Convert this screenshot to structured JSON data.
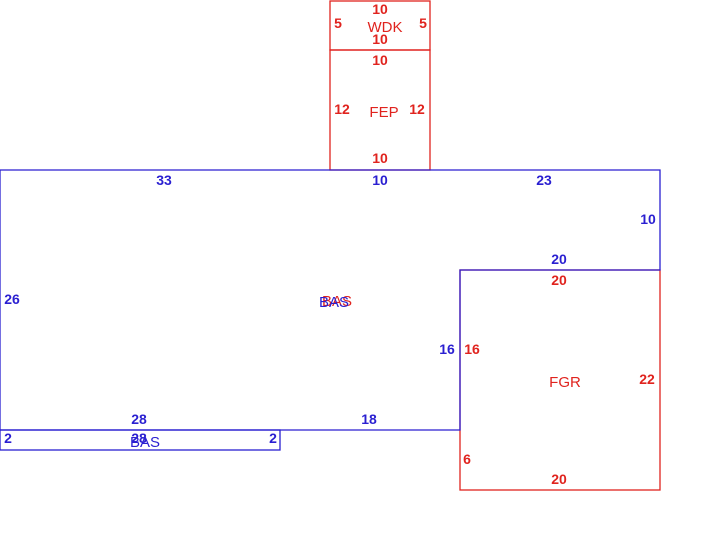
{
  "colors": {
    "blue": "#2a1fd1",
    "red": "#e0231e"
  },
  "areas": {
    "wdk": {
      "name": "WDK",
      "top": "10",
      "bottom": "10",
      "left": "5",
      "right": "5"
    },
    "fep": {
      "name": "FEP",
      "top": "10",
      "bottom": "10",
      "left": "12",
      "right": "12"
    },
    "bas_main": {
      "name": "BAS",
      "top_left": "33",
      "top_mid": "10",
      "top_right": "23",
      "right_upper": "10",
      "step_top": "20",
      "left": "26",
      "inner_vertical": "16",
      "bottom_left": "28",
      "bottom_right": "18"
    },
    "bas_overlay": {
      "name": "BAS"
    },
    "bas_strip": {
      "name": "BAS",
      "top": "28",
      "left": "2",
      "right": "2"
    },
    "fgr": {
      "name": "FGR",
      "top": "20",
      "left_upper": "16",
      "right": "22",
      "left_lower": "6",
      "bottom": "20"
    }
  }
}
